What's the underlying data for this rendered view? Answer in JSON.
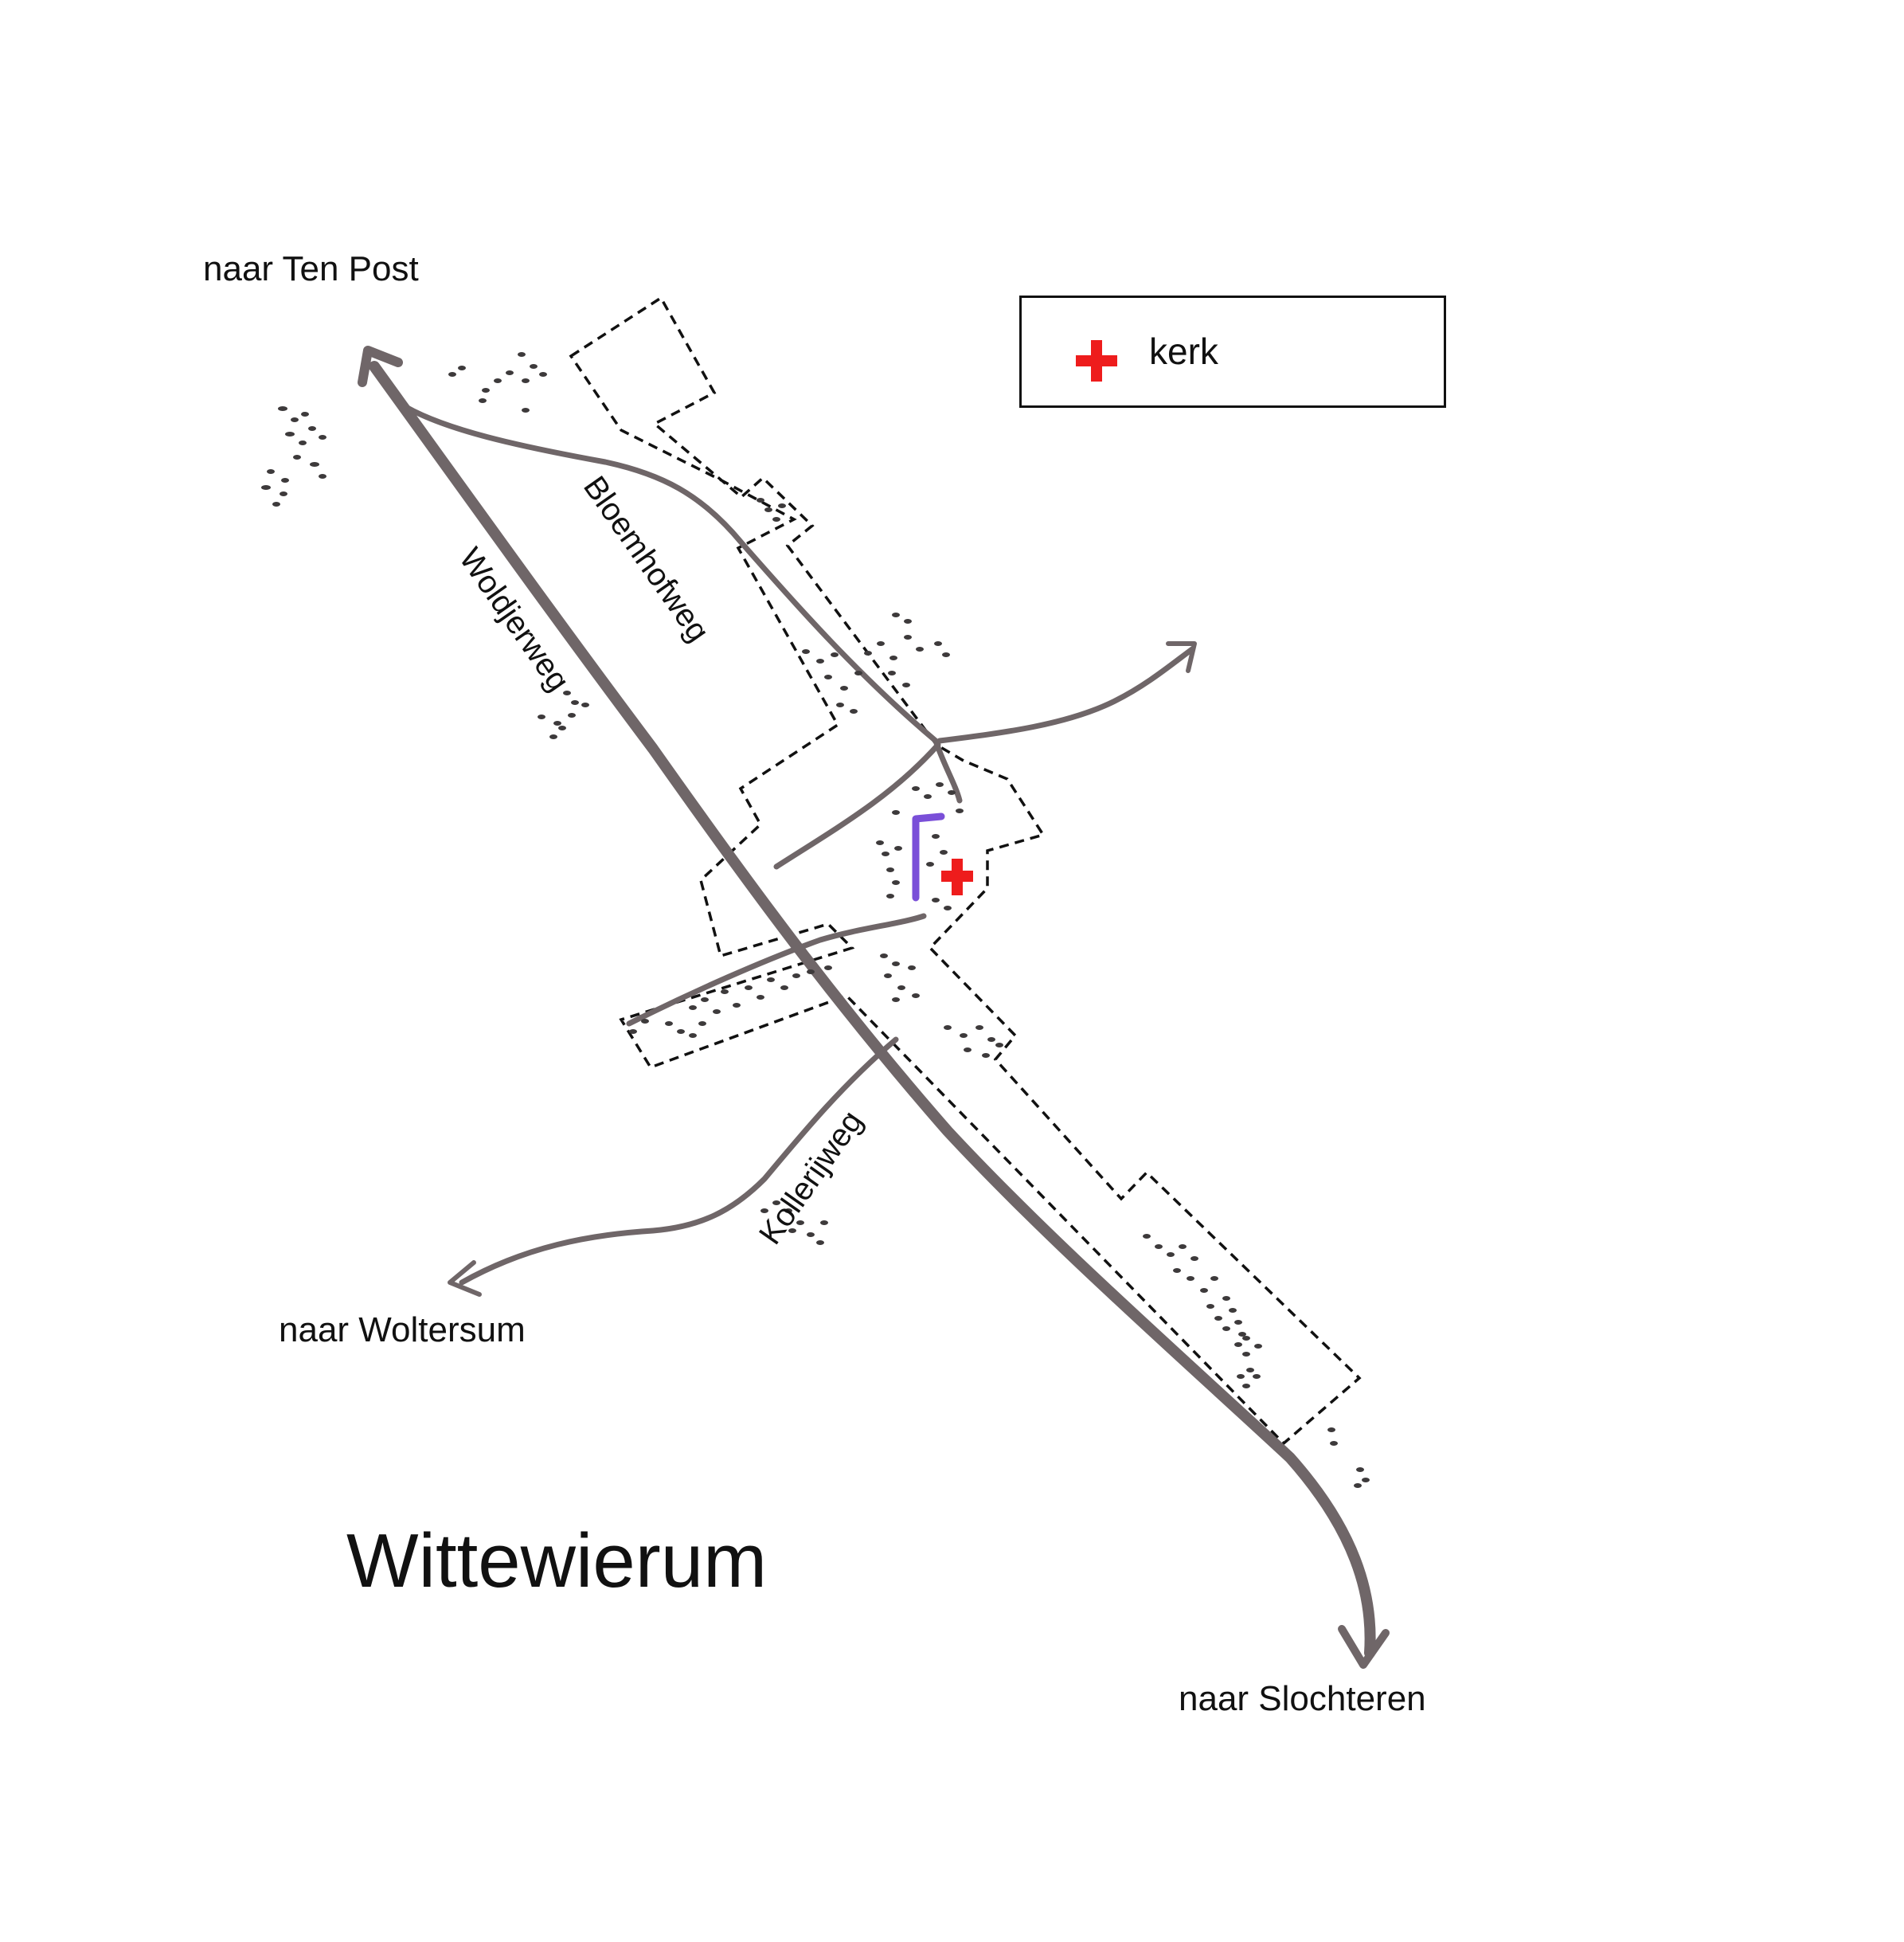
{
  "title": "Wittewierum",
  "destinations": {
    "ten_post": "naar Ten Post",
    "woltersum": "naar Woltersum",
    "slochteren": "naar Slochteren"
  },
  "streets": {
    "bloemhofweg": "Bloemhofweg",
    "woldjerweg": "Woldjerweg",
    "kollerijweg": "Kollerijweg"
  },
  "legend": {
    "items": [
      {
        "symbol": "red-cross-icon",
        "label": "kerk"
      }
    ]
  },
  "colors": {
    "road": "#6f6668",
    "boundary": "#111111",
    "church": "#ee1c1c",
    "highlight": "#7a4fd8",
    "houses": "#3d3a3b"
  }
}
